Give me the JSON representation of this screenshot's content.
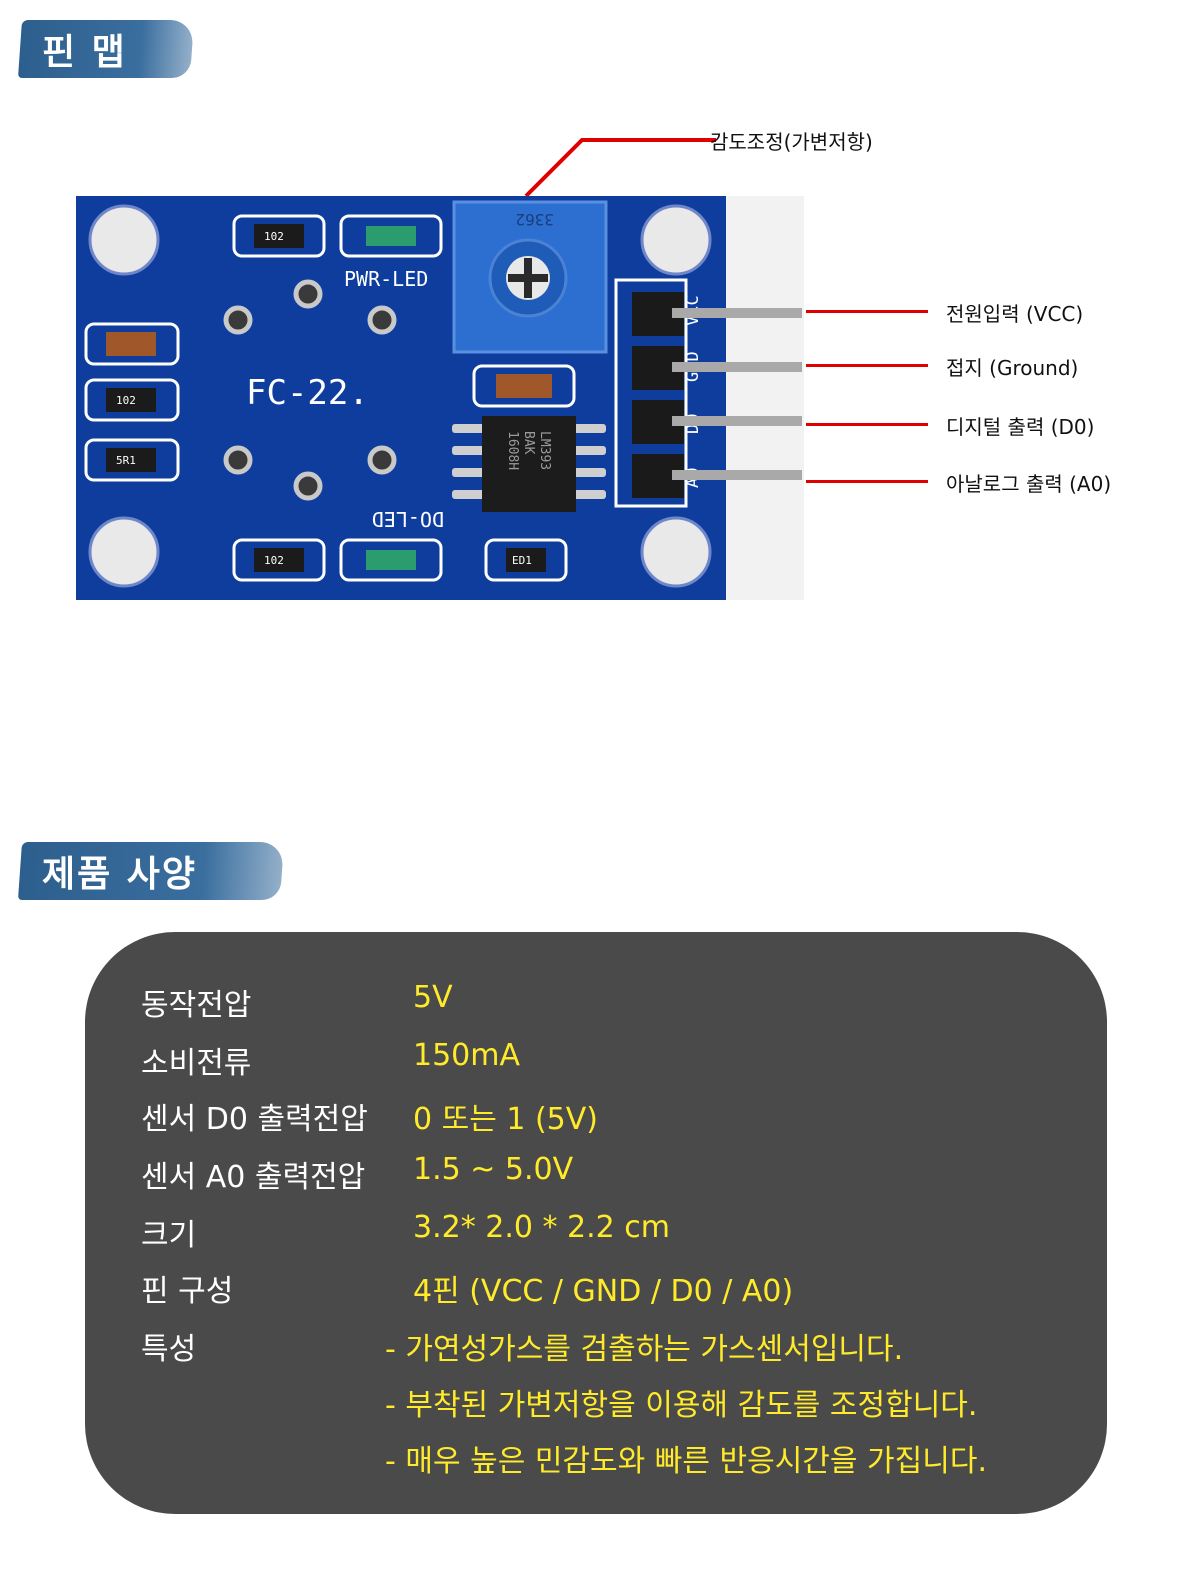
{
  "pinmap": {
    "title": "핀 맵",
    "labels": {
      "sensitivity": "감도조정(가변저항)",
      "vcc": "전원입력 (VCC)",
      "gnd": "접지 (Ground)",
      "d0": "디지털 출력 (D0)",
      "a0": "아날로그 출력 (A0)"
    },
    "board": {
      "model": "FC-22.",
      "pwr_led": "PWR-LED",
      "do_led": "DO-LED",
      "pot_code": "3362",
      "chip_line1": "LM393",
      "chip_line2": "BAK",
      "chip_line3": "1608H",
      "r1": "102",
      "r2": "102",
      "r3": "102",
      "r4": "5R1",
      "r5": "ED1",
      "pin_vcc": "VCC",
      "pin_gnd": "GND",
      "pin_d0": "DO",
      "pin_a0": "AO"
    },
    "colors": {
      "pcb": "#0f3d9e",
      "callout_line": "#e00000"
    }
  },
  "specs": {
    "title": "제품 사양",
    "rows": [
      {
        "key": "동작전압",
        "value": "5V"
      },
      {
        "key": "소비전류",
        "value": "150mA"
      },
      {
        "key": "센서 D0 출력전압",
        "value": "0 또는 1 (5V)"
      },
      {
        "key": "센서 A0 출력전압",
        "value": "1.5 ~ 5.0V"
      },
      {
        "key": "크기",
        "value": "3.2* 2.0 * 2.2 cm"
      },
      {
        "key": "핀 구성",
        "value": "4핀 (VCC / GND / D0 / A0)"
      },
      {
        "key": "특성",
        "value": ""
      }
    ],
    "features": [
      "- 가연성가스를 검출하는 가스센서입니다.",
      "- 부착된 가변저항을 이용해 감도를 조정합니다.",
      "- 매우 높은 민감도와 빠른 반응시간을 가집니다."
    ],
    "colors": {
      "box": "#4a4a4a",
      "key": "#ffffff",
      "value": "#ffeb2a"
    }
  }
}
